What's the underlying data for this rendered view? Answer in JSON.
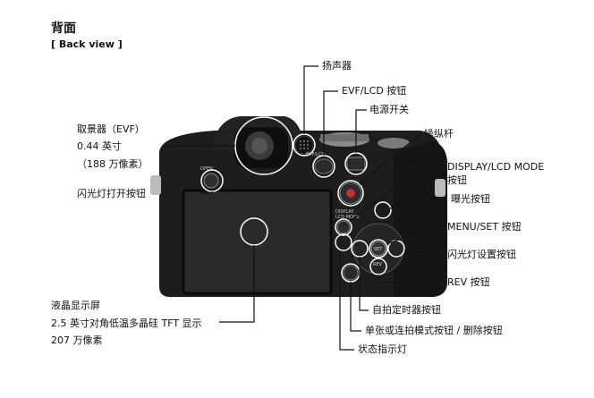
{
  "header": {
    "title": "背面",
    "subtitle": "[ Back view ]"
  },
  "labels": {
    "speaker": "扬声器",
    "evf_lcd_button": "EVF/LCD 按钮",
    "power_switch": "电源开关",
    "joystick": "操纵杆",
    "display_lcd_mode_1": "DISPLAY/LCD MODE",
    "display_lcd_mode_2": "按钮",
    "exposure_button": "曝光按钮",
    "menu_set_button": "MENU/SET 按钮",
    "flash_setting_button": "闪光灯设置按钮",
    "rev_button": "REV 按钮",
    "self_timer_button": "自拍定时器按钮",
    "drive_mode_button": "单张或连拍模式按钮 / 删除按钮",
    "status_indicator": "状态指示灯",
    "viewfinder_1": "取景器（EVF）",
    "viewfinder_2": "0.44 英寸",
    "viewfinder_3": "（188 万像素）",
    "flash_open_button": "闪光灯打开按钮",
    "lcd_1": "液晶显示屏",
    "lcd_2": "2.5 英寸对角低温多晶硅 TFT 显示",
    "lcd_3": "207 万像素"
  },
  "camera_marks": {
    "open": "OPEN",
    "evf_lcd": "EVF/LCD",
    "display": "DISPLAY",
    "lcd_mode": "LCD MODE",
    "set": "SET",
    "rev": "REV"
  },
  "colors": {
    "line": "#111111",
    "callout_circle": "#ffffff",
    "camera_body": "#1b1b1b",
    "screen": "#2a2a2a"
  }
}
